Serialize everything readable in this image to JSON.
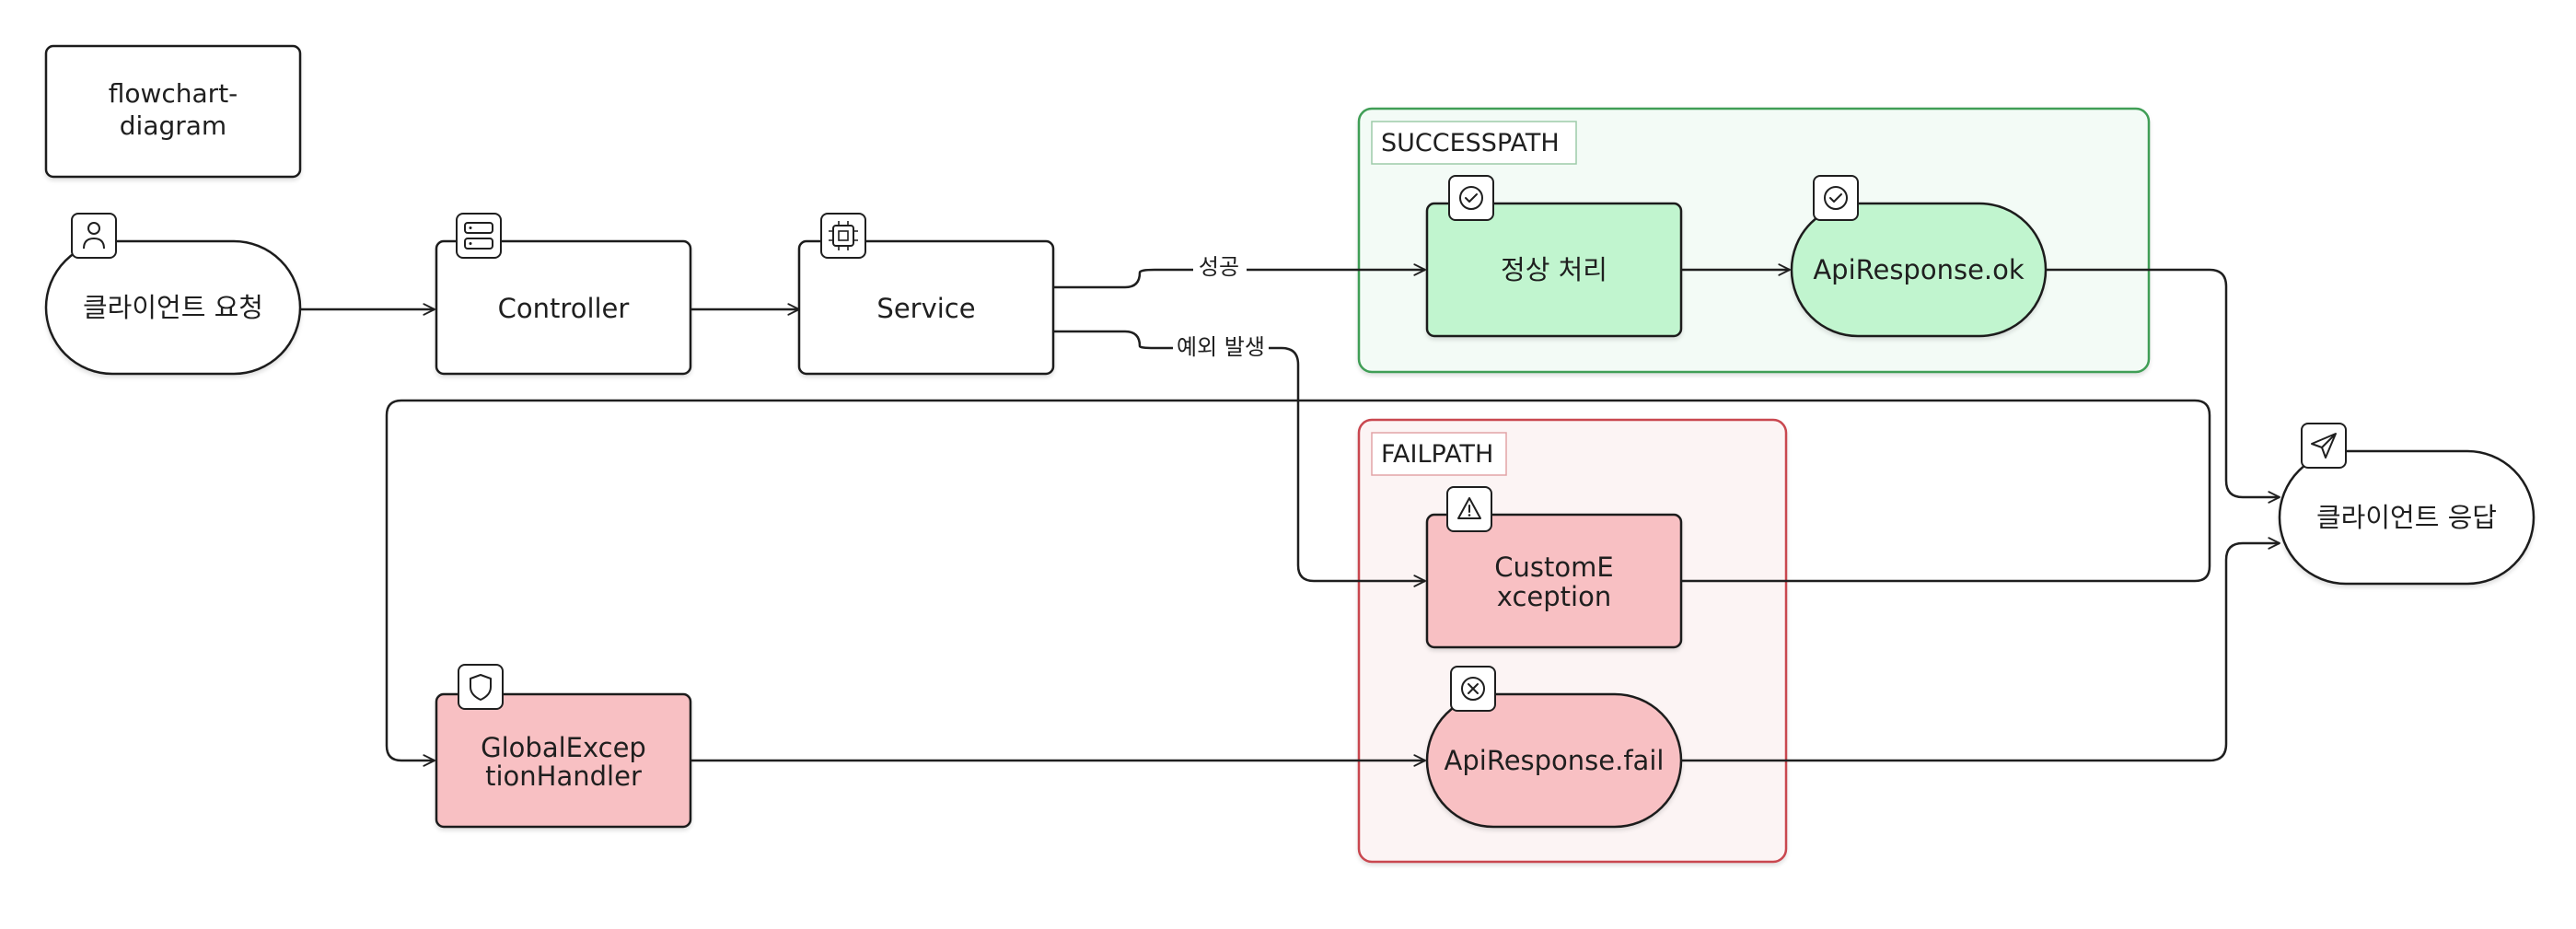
{
  "title_box": {
    "line1": "flowchart-",
    "line2": "diagram"
  },
  "groups": {
    "success": {
      "label": "SUCCESSPATH"
    },
    "fail": {
      "label": "FAILPATH"
    }
  },
  "nodes": {
    "client_request": {
      "label": "클라이언트 요청",
      "icon": "user-icon"
    },
    "controller": {
      "label": "Controller",
      "icon": "server-icon"
    },
    "service": {
      "label": "Service",
      "icon": "cpu-chip-icon"
    },
    "normal": {
      "label": "정상 처리",
      "icon": "check-circle-icon"
    },
    "api_ok": {
      "label": "ApiResponse.ok",
      "icon": "check-circle-icon"
    },
    "custom_exception": {
      "line1": "CustomE",
      "line2": "xception",
      "icon": "warning-triangle-icon"
    },
    "api_fail": {
      "label": "ApiResponse.fail",
      "icon": "x-circle-icon"
    },
    "global_handler": {
      "line1": "GlobalExcep",
      "line2": "tionHandler",
      "icon": "shield-icon"
    },
    "client_response": {
      "label": "클라이언트 응답",
      "icon": "send-icon"
    }
  },
  "edges": {
    "success": {
      "label": "성공"
    },
    "exception": {
      "label": "예외 발생"
    }
  },
  "colors": {
    "success_fill": "#c1f5cf",
    "success_group_fill": "#f3fbf6",
    "success_group_stroke": "#3f9e56",
    "fail_fill": "#f8c0c3",
    "fail_group_fill": "#fcf4f4",
    "fail_group_stroke": "#c9474f",
    "stroke": "#1f1f1f"
  }
}
